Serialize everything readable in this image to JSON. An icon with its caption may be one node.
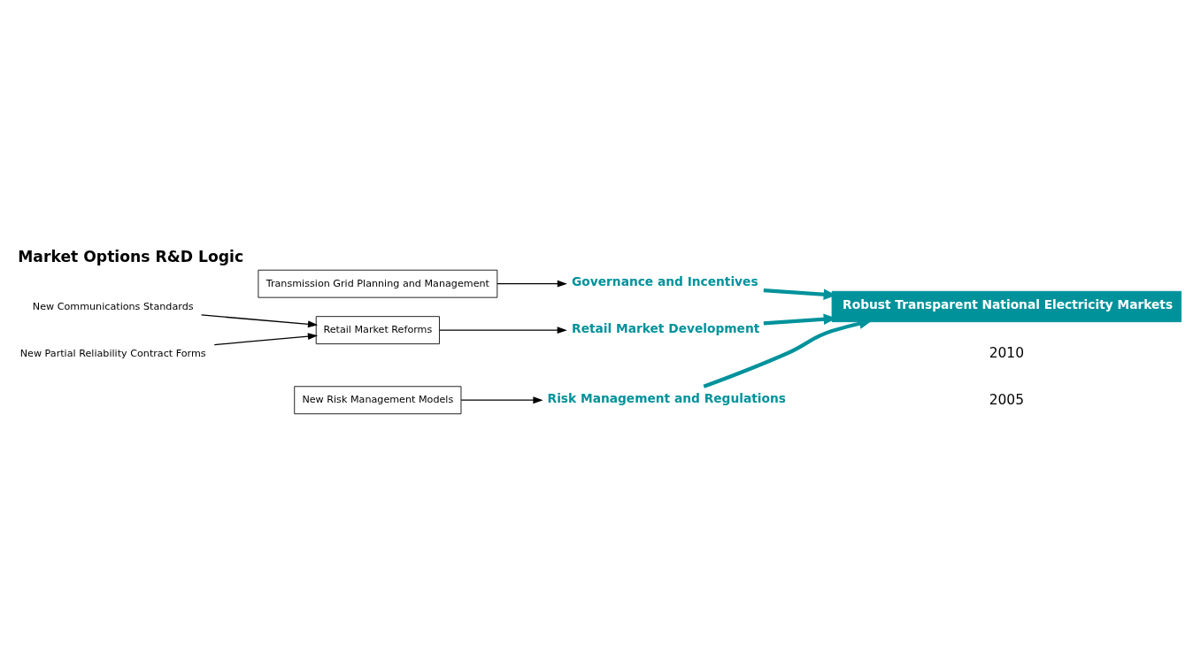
{
  "diagram": {
    "title": "Market Options R&D Logic",
    "nodes": [
      {
        "text": [
          "Transmission Grid Planning and Management"
        ]
      },
      {
        "text": [
          "Governance and Incentives"
        ]
      },
      {
        "text": [
          "New Communications Standards"
        ]
      },
      {
        "text": [
          "Retail Market Reforms"
        ]
      },
      {
        "text": [
          "New Partial Reliability Contract Forms"
        ]
      },
      {
        "text": [
          "Retail Market Development"
        ]
      },
      {
        "text": [
          "New Risk Management Models"
        ]
      },
      {
        "text": [
          "Risk Management and Regulations"
        ]
      },
      {
        "text": [
          "Robust Transparent National Electricity Markets"
        ]
      }
    ],
    "edges": [
      {
        "from": 0,
        "to": 1,
        "arrow": "to"
      },
      {
        "from": 2,
        "to": 3,
        "arrow": "to"
      },
      {
        "from": 4,
        "to": 3,
        "arrow": "to"
      },
      {
        "from": 3,
        "to": 5,
        "arrow": "to"
      },
      {
        "from": 6,
        "to": 7,
        "arrow": "to"
      },
      {
        "from": 1,
        "to": 8,
        "arrow": "to",
        "style": "thick",
        "color": "#00929b"
      },
      {
        "from": 5,
        "to": 8,
        "arrow": "to",
        "style": "thick",
        "color": "#00929b"
      },
      {
        "from": 7,
        "to": 8,
        "arrow": "to",
        "style": "thick",
        "color": "#00929b"
      }
    ],
    "labels": [
      "2005",
      "2010"
    ]
  }
}
